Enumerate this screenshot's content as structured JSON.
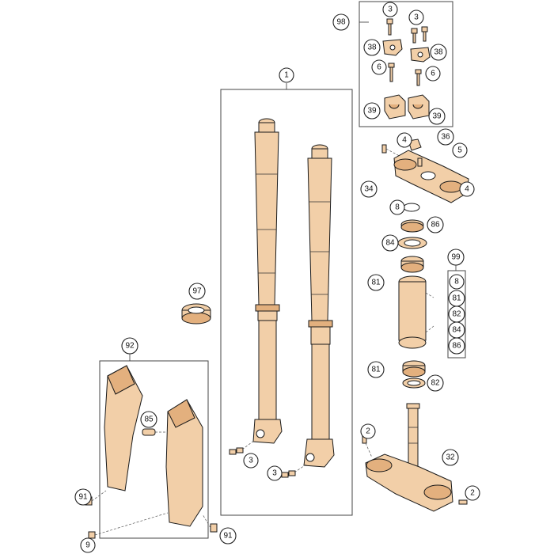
{
  "diagram": {
    "callouts": [
      "98",
      "3",
      "3",
      "38",
      "38",
      "6",
      "6",
      "39",
      "39",
      "1",
      "4",
      "36",
      "5",
      "34",
      "4",
      "8",
      "86",
      "84",
      "99",
      "8",
      "81",
      "82",
      "84",
      "86",
      "81",
      "81",
      "82",
      "97",
      "92",
      "85",
      "2",
      "32",
      "2",
      "3",
      "3",
      "91",
      "9",
      "91"
    ]
  },
  "colors": {
    "part_fill": "#f2cfa8",
    "part_fill_dark": "#e3b07e",
    "line": "#1a1a1a"
  }
}
